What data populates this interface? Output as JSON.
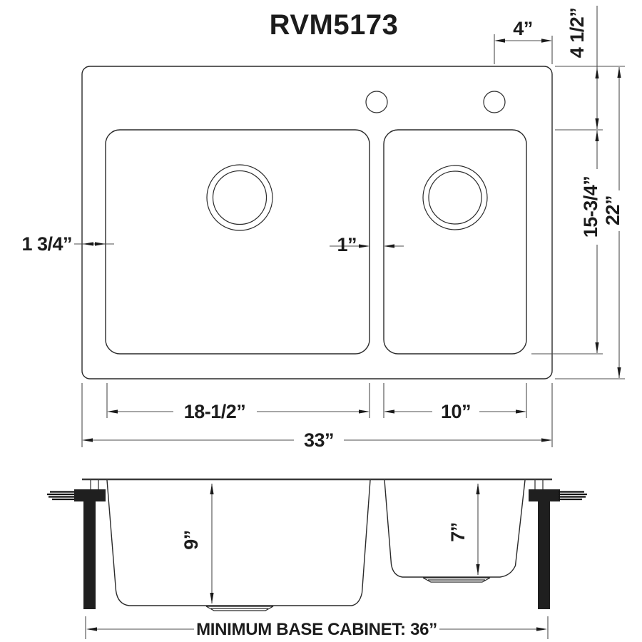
{
  "title": "RVM5173",
  "top_view": {
    "dim_labels": {
      "faucet_to_edge": "4”",
      "top_to_bowl": "4 1/2”",
      "bowl_front_to_back": "15-3/4”",
      "overall_front_to_back": "22”",
      "edge_to_bowl_left": "1 3/4”",
      "divider_width": "1”",
      "left_bowl_width": "18-1/2”",
      "right_bowl_width": "10”",
      "overall_width": "33”"
    },
    "features": {
      "faucet_holes": 2,
      "bowls": 2,
      "drains": 2
    }
  },
  "side_view": {
    "dim_labels": {
      "left_bowl_depth": "9”",
      "right_bowl_depth": "7”"
    },
    "base_cabinet_note": "MINIMUM BASE CABINET: 36”"
  },
  "colors": {
    "line": "#2a2a2a",
    "dimension": "#4d4d4d",
    "text": "#1c1c1c",
    "background": "#ffffff"
  }
}
